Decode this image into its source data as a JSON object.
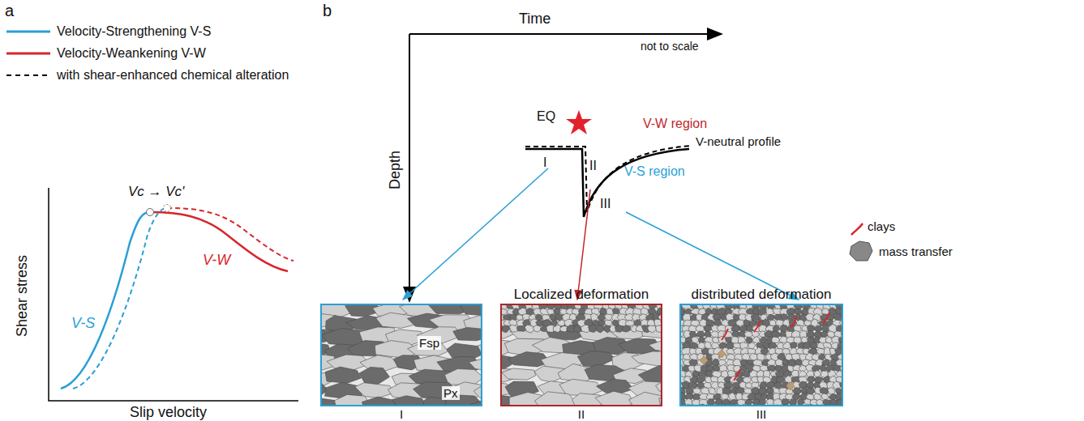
{
  "diagram": {
    "nodes": [
      {
        "text": [
          "Fsp",
          "Px",
          "I"
        ]
      },
      {
        "text": [
          "Localized deformation",
          "II"
        ]
      },
      {
        "text": [
          "distributed deformation",
          "III"
        ]
      }
    ],
    "labels": [
      "a",
      "b",
      "Shear stress",
      "Slip velocity",
      "V-S",
      "V-W",
      "Vc → Vc'",
      "Time",
      "not to scale",
      "Depth",
      "EQ",
      "I",
      "II",
      "III",
      "V-W region",
      "V-neutral profile",
      "V-S region",
      "clays",
      "mass transfer"
    ],
    "legend": [
      {
        "text": "Velocity-Strengthening V-S"
      },
      {
        "text": "Velocity-Weankening V-W"
      },
      {
        "text": "with shear-enhanced chemical alteration"
      }
    ]
  }
}
